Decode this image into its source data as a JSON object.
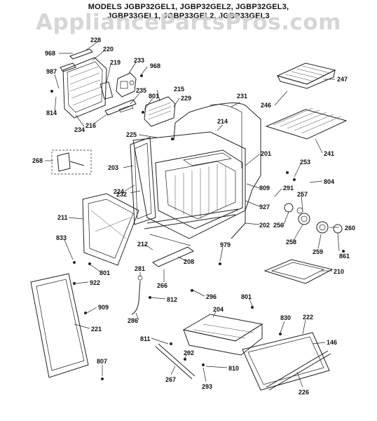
{
  "header": {
    "title_line1": "MODELS JGBP32GEL1, JGBP32GEL2, JGBP32GEL3,",
    "title_line2": "JGBP33GEL1, JGBP33GEL2, JGBP33GEL3"
  },
  "watermark": {
    "text": "AppliancePartsPros.com"
  },
  "callouts": {
    "p228": "228",
    "p968a": "968",
    "p220": "220",
    "p987": "987",
    "p219": "219",
    "p233": "233",
    "p968b": "968",
    "p247": "247",
    "p814": "814",
    "p234": "234",
    "p216": "216",
    "p235": "235",
    "p801a": "801",
    "p215": "215",
    "p229": "229",
    "p231": "231",
    "p246": "246",
    "p225": "225",
    "p214": "214",
    "p241": "241",
    "p268": "268",
    "p203": "203",
    "p201": "201",
    "p253": "253",
    "p224": "224",
    "p232": "232",
    "p809": "809",
    "p291": "291",
    "p804": "804",
    "p257": "257",
    "p927": "927",
    "p211": "211",
    "p256": "256",
    "p202": "202",
    "p260": "260",
    "p833": "833",
    "p258": "258",
    "p259": "259",
    "p212": "212",
    "p979": "979",
    "p861": "861",
    "p208": "208",
    "p801b": "801",
    "p281": "281",
    "p210": "210",
    "p922": "922",
    "p266": "266",
    "p812": "812",
    "p296": "296",
    "p801c": "801",
    "p909": "909",
    "p204": "204",
    "p830": "830",
    "p222": "222",
    "p286": "286",
    "p221": "221",
    "p811": "811",
    "p146": "146",
    "p292": "292",
    "p810": "810",
    "p807": "807",
    "p267": "267",
    "p293": "293",
    "p226": "226"
  }
}
